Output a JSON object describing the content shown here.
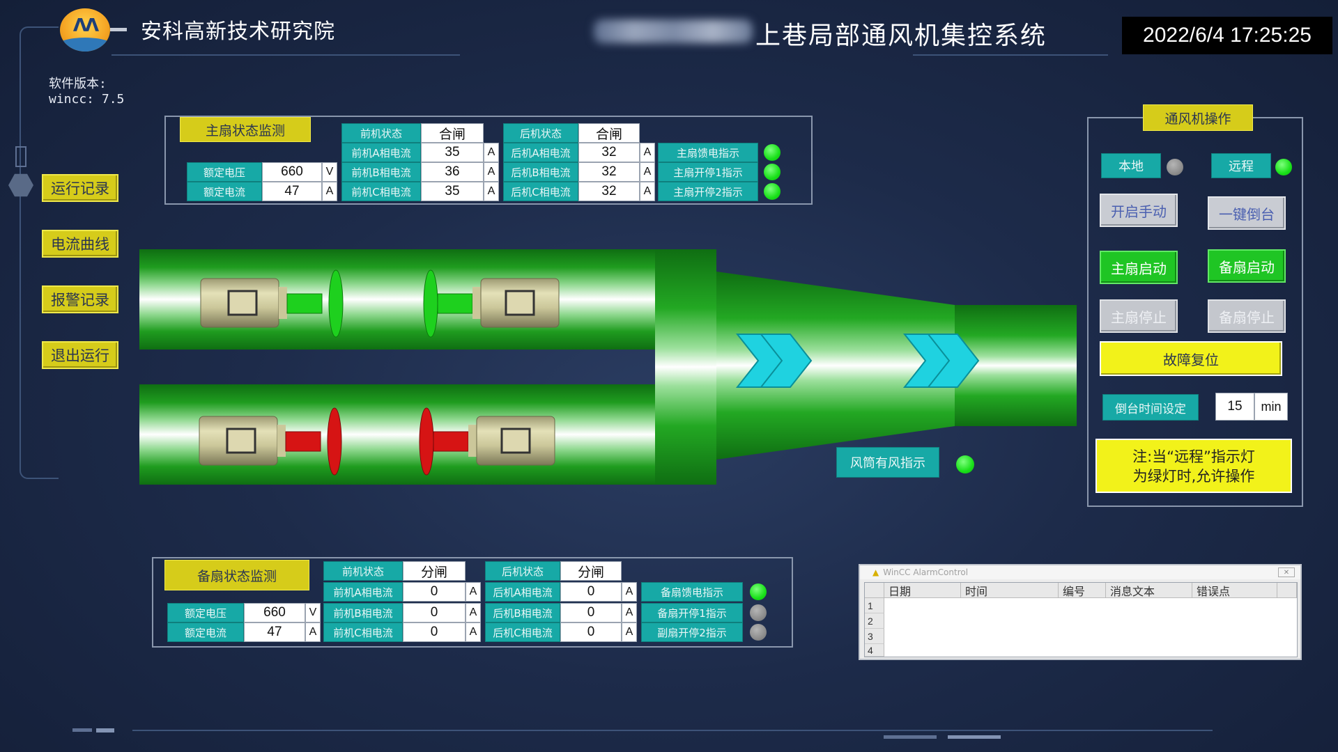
{
  "header": {
    "org_name": "安科高新技术研究院",
    "system_title": "上巷局部通风机集控系统",
    "datetime": "2022/6/4 17:25:25",
    "version_text": "软件版本:\nwincc: 7.5"
  },
  "nav": {
    "items": [
      "运行记录",
      "电流曲线",
      "报警记录",
      "退出运行"
    ]
  },
  "main_fan": {
    "title": "主扇状态监测",
    "front_state_label": "前机状态",
    "front_state_value": "合闸",
    "rear_state_label": "后机状态",
    "rear_state_value": "合闸",
    "rated_voltage_label": "额定电压",
    "rated_voltage": "660",
    "rated_voltage_unit": "V",
    "rated_current_label": "额定电流",
    "rated_current": "47",
    "rated_current_unit": "A",
    "front_rows": [
      {
        "label": "前机A相电流",
        "value": "35",
        "unit": "A"
      },
      {
        "label": "前机B相电流",
        "value": "36",
        "unit": "A"
      },
      {
        "label": "前机C相电流",
        "value": "35",
        "unit": "A"
      }
    ],
    "rear_rows": [
      {
        "label": "后机A相电流",
        "value": "32",
        "unit": "A"
      },
      {
        "label": "后机B相电流",
        "value": "32",
        "unit": "A"
      },
      {
        "label": "后机C相电流",
        "value": "32",
        "unit": "A"
      }
    ],
    "indicators": [
      {
        "label": "主扇馈电指示",
        "state": "on"
      },
      {
        "label": "主扇开停1指示",
        "state": "on"
      },
      {
        "label": "主扇开停2指示",
        "state": "on"
      }
    ]
  },
  "backup_fan": {
    "title": "备扇状态监测",
    "front_state_label": "前机状态",
    "front_state_value": "分闸",
    "rear_state_label": "后机状态",
    "rear_state_value": "分闸",
    "rated_voltage_label": "额定电压",
    "rated_voltage": "660",
    "rated_voltage_unit": "V",
    "rated_current_label": "额定电流",
    "rated_current": "47",
    "rated_current_unit": "A",
    "front_rows": [
      {
        "label": "前机A相电流",
        "value": "0",
        "unit": "A"
      },
      {
        "label": "前机B相电流",
        "value": "0",
        "unit": "A"
      },
      {
        "label": "前机C相电流",
        "value": "0",
        "unit": "A"
      }
    ],
    "rear_rows": [
      {
        "label": "后机A相电流",
        "value": "0",
        "unit": "A"
      },
      {
        "label": "后机B相电流",
        "value": "0",
        "unit": "A"
      },
      {
        "label": "后机C相电流",
        "value": "0",
        "unit": "A"
      }
    ],
    "indicators": [
      {
        "label": "备扇馈电指示",
        "state": "on"
      },
      {
        "label": "备扇开停1指示",
        "state": "off"
      },
      {
        "label": "副扇开停2指示",
        "state": "off"
      }
    ]
  },
  "duct": {
    "airflow_label": "风筒有风指示",
    "airflow_state": "on",
    "main_fan_color": "#1ed01e",
    "backup_fan_color": "#d61414"
  },
  "operation": {
    "title": "通风机操作",
    "local_label": "本地",
    "local_state": "off",
    "remote_label": "远程",
    "remote_state": "on",
    "manual_button": "开启手动",
    "switch_button": "一键倒台",
    "main_start_button": "主扇启动",
    "backup_start_button": "备扇启动",
    "main_stop_button": "主扇停止",
    "backup_stop_button": "备扇停止",
    "reset_button": "故障复位",
    "switch_time_label": "倒台时间设定",
    "switch_time_value": "15",
    "switch_time_unit": "min",
    "note": "注:当“远程”指示灯\n为绿灯时,允许操作"
  },
  "alarm": {
    "window_title": "WinCC AlarmControl",
    "columns": [
      "日期",
      "时间",
      "编号",
      "消息文本",
      "错误点"
    ],
    "row_numbers": [
      "1",
      "2",
      "3",
      "4"
    ]
  },
  "colors": {
    "accent_yellow": "#d6cc1a",
    "teal_label": "#17a9a6",
    "lamp_green": "#19e019",
    "lamp_grey": "#8d8d8d",
    "duct_green": "#1f9c1f"
  }
}
